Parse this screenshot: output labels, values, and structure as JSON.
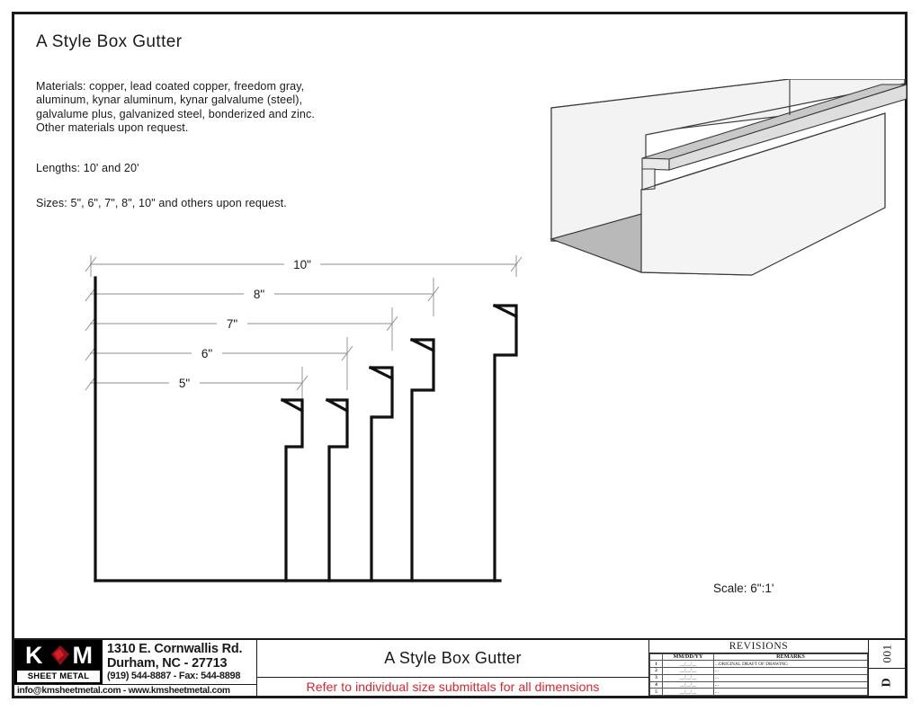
{
  "sheet": {
    "title": "A Style Box Gutter",
    "scale_note": "Scale: 6\":1'"
  },
  "specs": {
    "materials": "Materials: copper, lead coated copper, freedom gray,\naluminum, kynar aluminum, kynar galvalume (steel),\ngalvalume plus, galvanized steel, bonderized and zinc.\nOther materials upon request.",
    "lengths": "Lengths: 10' and 20'",
    "sizes": "Sizes: 5\", 6\", 7\", 8\", 10\" and others upon request."
  },
  "dimensions": {
    "labels": [
      "10\"",
      "8\"",
      "7\"",
      "6\"",
      "5\""
    ],
    "units": "inches",
    "profile_sizes": [
      "5\"",
      "6\"",
      "7\"",
      "8\"",
      "10\""
    ]
  },
  "titleblock": {
    "company": {
      "logo_initials_left": "K",
      "logo_initials_right": "M",
      "logo_subtitle": "SHEET METAL",
      "address_line1": "1310 E. Cornwallis Rd.",
      "address_line2": "Durham, NC - 27713",
      "phone_line": "(919) 544-8887 - Fax: 544-8898",
      "web_line": "info@kmsheetmetal.com - www.kmsheetmetal.com"
    },
    "drawing_name": "A Style Box Gutter",
    "note": "Refer to individual size submittals for all dimensions",
    "note_color": "#d6262c",
    "revisions": {
      "title": "REVISIONS",
      "columns": [
        "",
        "MM/DD/YY",
        "REMARKS"
      ],
      "rows": [
        {
          "n": "1",
          "date": "__/__/__",
          "remarks": "...ORIGINAL DRAFT OF DRAWING"
        },
        {
          "n": "2",
          "date": "__/__/__",
          "remarks": "..."
        },
        {
          "n": "3",
          "date": "__/__/__",
          "remarks": "..."
        },
        {
          "n": "4",
          "date": "__/__/__",
          "remarks": "..."
        },
        {
          "n": "5",
          "date": "__/__/__",
          "remarks": "..."
        }
      ]
    },
    "sheet_number": "001",
    "sheet_revision": "D"
  }
}
